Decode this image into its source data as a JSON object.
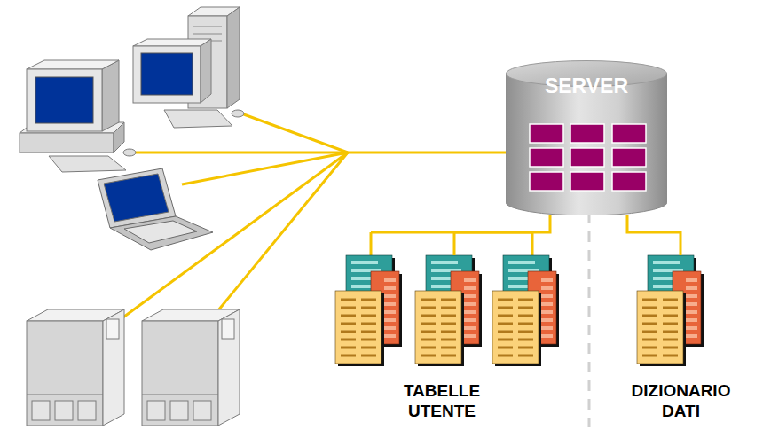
{
  "diagram": {
    "nodes": [
      {
        "text": [
          "SERVER"
        ]
      },
      {
        "text": [
          "TABELLE UTENTE"
        ]
      },
      {
        "text": [
          "DIZIONARIO DATI"
        ]
      }
    ],
    "edges": [
      {
        "from": 0,
        "to": 1,
        "arrow": "none"
      },
      {
        "from": 0,
        "to": 2,
        "arrow": "none"
      }
    ]
  }
}
